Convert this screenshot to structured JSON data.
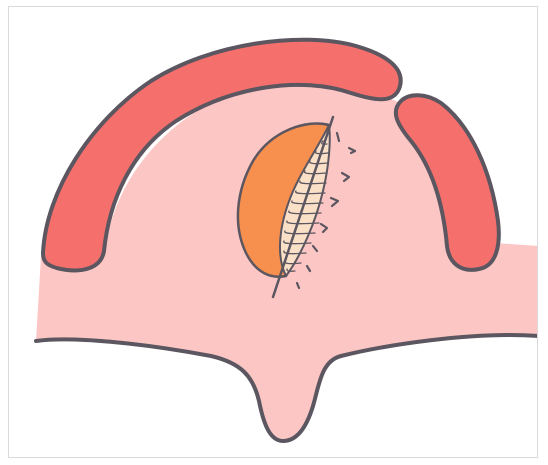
{
  "figure": {
    "colors": {
      "outline": "#5b5660",
      "palate": "#fbc6c4",
      "ridge": "#f5706c",
      "flap": "#f78f4f",
      "bone_graft": "#fbe0c8",
      "background": "#ffffff",
      "frame_border": "#d9d9d9"
    },
    "parts": [
      "palate",
      "alveolar-ridge-left",
      "alveolar-ridge-right",
      "reflected-mucoperiosteal-flap",
      "exposed-bone-with-graft",
      "incision-line",
      "suture-marks"
    ]
  }
}
